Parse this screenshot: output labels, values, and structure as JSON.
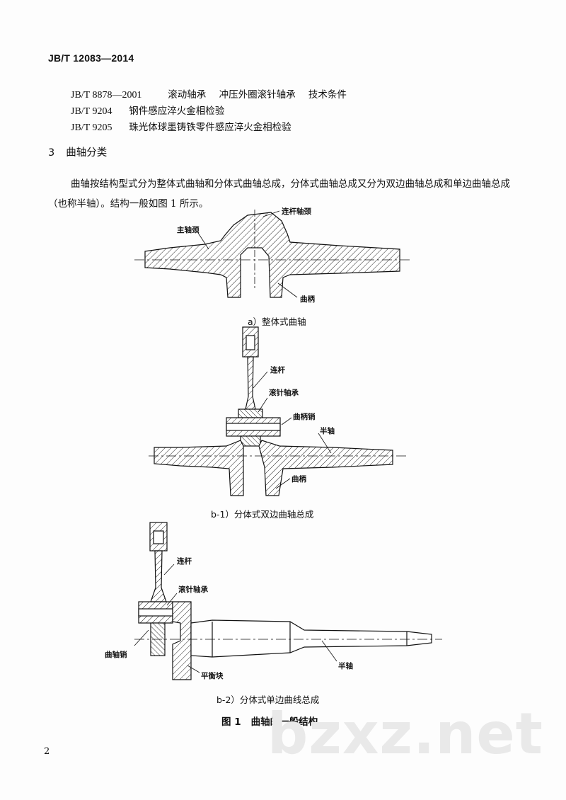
{
  "header": {
    "standard_no": "JB/T 12083—2014"
  },
  "references": [
    {
      "code": "JB/T 8878—2001",
      "title_parts": [
        "滚动轴承",
        "冲压外圈滚针轴承",
        "技术条件"
      ]
    },
    {
      "code": "JB/T 9204",
      "title_parts": [
        "钢件感应淬火金相检验"
      ]
    },
    {
      "code": "JB/T 9205",
      "title_parts": [
        "珠光体球墨铸铁零件感应淬火金相检验"
      ]
    }
  ],
  "section": {
    "number": "3",
    "title": "曲轴分类"
  },
  "paragraph": "曲轴按结构型式分为整体式曲轴和分体式曲轴总成，分体式曲轴总成又分为双边曲轴总成和单边曲轴总成（也称半轴）。结构一般如图 1 所示。",
  "figure": {
    "a": {
      "caption": "a）整体式曲轴",
      "labels": {
        "main_journal": "主轴颈",
        "crankpin_journal": "连杆轴颈",
        "crank_web": "曲柄"
      }
    },
    "b1": {
      "caption": "b-1）分体式双边曲轴总成",
      "labels": {
        "rod": "连杆",
        "needle_bearing": "滚针轴承",
        "crank_pin": "曲柄销",
        "half_shaft": "半轴",
        "crank_web": "曲柄"
      }
    },
    "b2": {
      "caption": "b-2）分体式单边曲线总成",
      "labels": {
        "rod": "连杆",
        "needle_bearing": "滚针轴承",
        "crank_pin": "曲轴销",
        "half_shaft": "半轴",
        "counterweight": "平衡块"
      }
    },
    "title_num": "图 1",
    "title_text": "曲轴的一般结构"
  },
  "page_number": "2",
  "watermark": "bzxz.net"
}
